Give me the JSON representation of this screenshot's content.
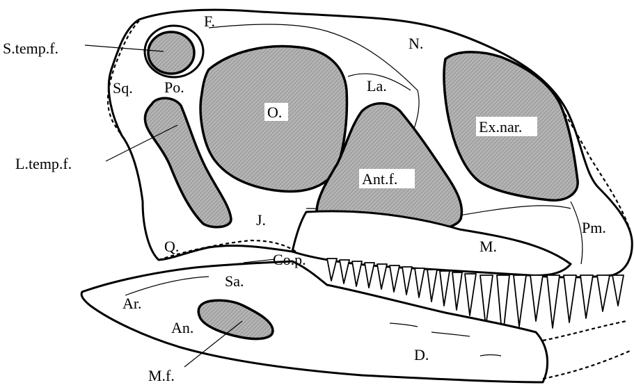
{
  "labels": {
    "frontal": "F.",
    "nasal": "N.",
    "supratemporal_fenestra": "S.temp.f.",
    "squamosal": "Sq.",
    "postorbital": "Po.",
    "orbit": "O.",
    "lacrimal": "La.",
    "external_naris": "Ex.nar.",
    "lateral_temporal_fenestra": "L.temp.f.",
    "antorbital_fenestra": "Ant.f.",
    "jugal": "J.",
    "premaxilla": "Pm.",
    "quadrate": "Q.",
    "maxilla": "M.",
    "coronoid_process": "Co.p.",
    "surangular": "Sa.",
    "articular": "Ar.",
    "angular": "An.",
    "dentary": "D.",
    "mandibular_fenestra": "M.f."
  },
  "colors": {
    "ink": "#000000",
    "fenestra_fill": "#a8a8a8",
    "background": "#ffffff"
  }
}
